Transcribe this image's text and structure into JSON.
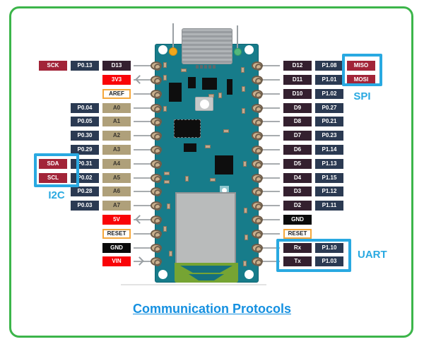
{
  "title": {
    "text": "Communication Protocols"
  },
  "groups": {
    "spi": "SPI",
    "i2c": "I2C",
    "uart": "UART"
  },
  "left_pins": [
    {
      "cells": [
        {
          "label": "SCK",
          "type": "signal"
        },
        {
          "label": "P0.13",
          "type": "port"
        },
        {
          "label": "D13",
          "type": "digital"
        }
      ],
      "arrow": null
    },
    {
      "cells": [
        {
          "label": "3V3",
          "type": "power"
        }
      ],
      "arrow": "out"
    },
    {
      "cells": [
        {
          "label": "AREF",
          "type": "control"
        }
      ],
      "arrow": null
    },
    {
      "cells": [
        {
          "label": "P0.04",
          "type": "port"
        },
        {
          "label": "A0",
          "type": "analog"
        }
      ],
      "arrow": null
    },
    {
      "cells": [
        {
          "label": "P0.05",
          "type": "port"
        },
        {
          "label": "A1",
          "type": "analog"
        }
      ],
      "arrow": null
    },
    {
      "cells": [
        {
          "label": "P0.30",
          "type": "port"
        },
        {
          "label": "A2",
          "type": "analog"
        }
      ],
      "arrow": null
    },
    {
      "cells": [
        {
          "label": "P0.29",
          "type": "port"
        },
        {
          "label": "A3",
          "type": "analog"
        }
      ],
      "arrow": null
    },
    {
      "cells": [
        {
          "label": "SDA",
          "type": "signal"
        },
        {
          "label": "P0.31",
          "type": "port"
        },
        {
          "label": "A4",
          "type": "analog"
        }
      ],
      "arrow": null
    },
    {
      "cells": [
        {
          "label": "SCL",
          "type": "signal"
        },
        {
          "label": "P0.02",
          "type": "port"
        },
        {
          "label": "A5",
          "type": "analog"
        }
      ],
      "arrow": null
    },
    {
      "cells": [
        {
          "label": "P0.28",
          "type": "port"
        },
        {
          "label": "A6",
          "type": "analog"
        }
      ],
      "arrow": null
    },
    {
      "cells": [
        {
          "label": "P0.03",
          "type": "port"
        },
        {
          "label": "A7",
          "type": "analog"
        }
      ],
      "arrow": null
    },
    {
      "cells": [
        {
          "label": "5V",
          "type": "power"
        }
      ],
      "arrow": "out"
    },
    {
      "cells": [
        {
          "label": "RESET",
          "type": "control"
        }
      ],
      "arrow": null
    },
    {
      "cells": [
        {
          "label": "GND",
          "type": "ground"
        }
      ],
      "arrow": null
    },
    {
      "cells": [
        {
          "label": "VIN",
          "type": "power"
        }
      ],
      "arrow": "in"
    }
  ],
  "right_pins": [
    {
      "cells": [
        {
          "label": "D12",
          "type": "digital"
        },
        {
          "label": "P1.08",
          "type": "port"
        },
        {
          "label": "MISO",
          "type": "signal"
        }
      ],
      "arrow": null
    },
    {
      "cells": [
        {
          "label": "D11",
          "type": "digital"
        },
        {
          "label": "P1.01",
          "type": "port"
        },
        {
          "label": "MOSI",
          "type": "signal"
        }
      ],
      "arrow": null
    },
    {
      "cells": [
        {
          "label": "D10",
          "type": "digital"
        },
        {
          "label": "P1.02",
          "type": "port"
        }
      ],
      "arrow": null
    },
    {
      "cells": [
        {
          "label": "D9",
          "type": "digital"
        },
        {
          "label": "P0.27",
          "type": "port"
        }
      ],
      "arrow": null
    },
    {
      "cells": [
        {
          "label": "D8",
          "type": "digital"
        },
        {
          "label": "P0.21",
          "type": "port"
        }
      ],
      "arrow": null
    },
    {
      "cells": [
        {
          "label": "D7",
          "type": "digital"
        },
        {
          "label": "P0.23",
          "type": "port"
        }
      ],
      "arrow": null
    },
    {
      "cells": [
        {
          "label": "D6",
          "type": "digital"
        },
        {
          "label": "P1.14",
          "type": "port"
        }
      ],
      "arrow": null
    },
    {
      "cells": [
        {
          "label": "D5",
          "type": "digital"
        },
        {
          "label": "P1.13",
          "type": "port"
        }
      ],
      "arrow": null
    },
    {
      "cells": [
        {
          "label": "D4",
          "type": "digital"
        },
        {
          "label": "P1.15",
          "type": "port"
        }
      ],
      "arrow": null
    },
    {
      "cells": [
        {
          "label": "D3",
          "type": "digital"
        },
        {
          "label": "P1.12",
          "type": "port"
        }
      ],
      "arrow": null
    },
    {
      "cells": [
        {
          "label": "D2",
          "type": "digital"
        },
        {
          "label": "P1.11",
          "type": "port"
        }
      ],
      "arrow": null
    },
    {
      "cells": [
        {
          "label": "GND",
          "type": "ground"
        }
      ],
      "arrow": null
    },
    {
      "cells": [
        {
          "label": "RESET",
          "type": "control"
        }
      ],
      "arrow": null
    },
    {
      "cells": [
        {
          "label": "Rx",
          "type": "digital"
        },
        {
          "label": "P1.10",
          "type": "port"
        }
      ],
      "arrow": null
    },
    {
      "cells": [
        {
          "label": "Tx",
          "type": "digital"
        },
        {
          "label": "P1.03",
          "type": "port"
        }
      ],
      "arrow": null
    }
  ],
  "colors": {
    "frame_green": "#3CB54A",
    "highlight_blue": "#29A9E1",
    "title_blue": "#1590E0",
    "signal_crimson": "#A22438",
    "port_navy": "#2B3A52",
    "digital_plum": "#34202F",
    "analog_khaki": "#AFA07A",
    "power_red": "#F90408",
    "ground_black": "#0A0A0A",
    "control_orange": "#F5A73B",
    "board_teal": "#177C8A",
    "antenna_green": "#76A433"
  }
}
